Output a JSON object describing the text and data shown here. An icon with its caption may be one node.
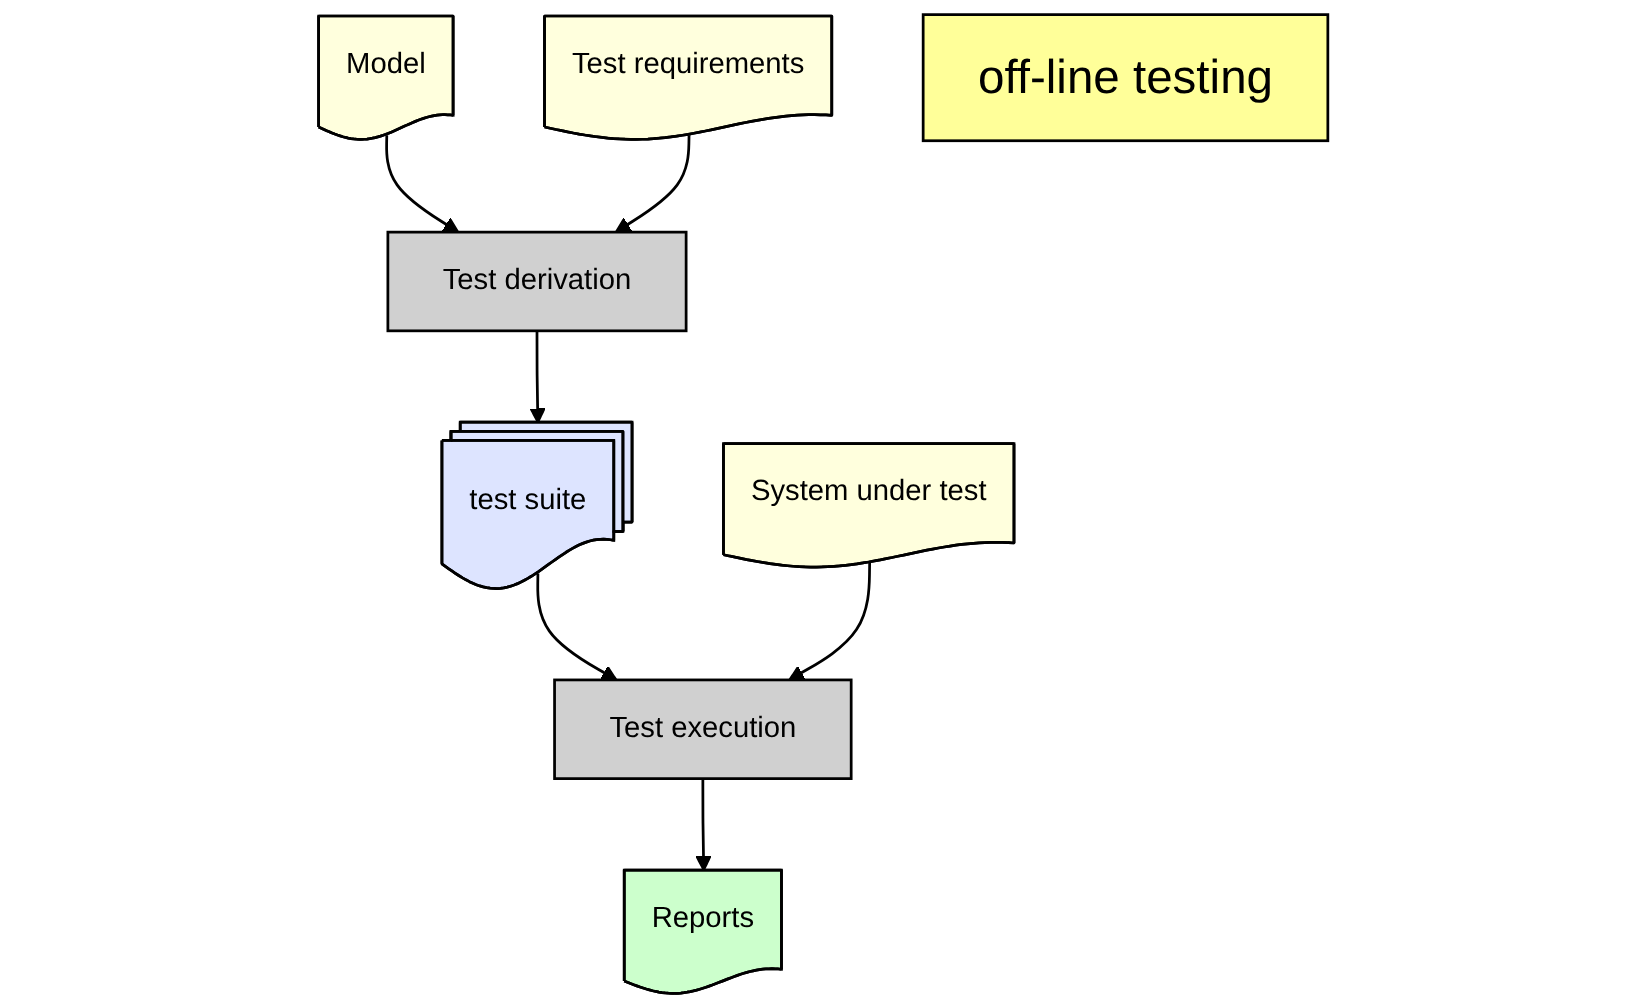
{
  "diagram": {
    "nodes": [
      {
        "text": [
          "Model"
        ]
      },
      {
        "text": [
          "Test requirements"
        ]
      },
      {
        "text": [
          "Test derivation"
        ]
      },
      {
        "text": [
          "test suite"
        ]
      },
      {
        "text": [
          "Reports"
        ]
      },
      {
        "text": [
          "Test execution"
        ]
      },
      {
        "text": [
          "System under test"
        ]
      },
      {
        "text": [
          "off-line testing"
        ]
      }
    ],
    "edges": [
      {
        "from": 0,
        "to": 2,
        "arrow": "to"
      },
      {
        "from": 1,
        "to": 2,
        "arrow": "to"
      },
      {
        "from": 2,
        "to": 3,
        "arrow": "to"
      },
      {
        "from": 3,
        "to": 5,
        "arrow": "to"
      },
      {
        "from": 5,
        "to": 4,
        "arrow": "to"
      },
      {
        "from": 6,
        "to": 5,
        "arrow": "to"
      }
    ]
  }
}
